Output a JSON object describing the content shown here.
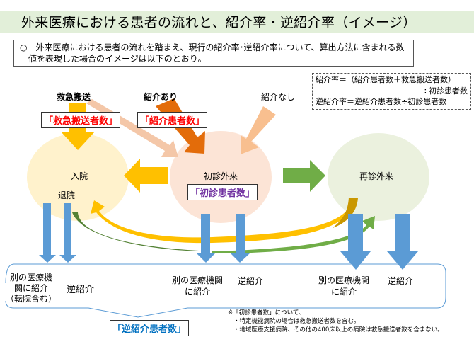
{
  "title": "外来医療における患者の流れと、紹介率・逆紹介率（イメージ）",
  "summary": {
    "line1": "○　外来医療における患者の流れを踏まえ、現行の紹介率･逆紹介率について、算出方法に含まれる数",
    "line2": "値を表現した場合のイメージは以下のとおり。"
  },
  "formula": {
    "line1": "紹介率＝（紹介患者数＋救急搬送者数）",
    "line2": "÷初診患者数",
    "line3": "逆紹介率＝逆紹介患者数÷初診患者数"
  },
  "sources": {
    "emergency": "救急搬送",
    "referral_yes": "紹介あり",
    "referral_no": "紹介なし"
  },
  "counts": {
    "emergency_count": "「救急搬送者数」",
    "referral_count": "「紹介患者数」",
    "first_visit_count": "「初診患者数」",
    "reverse_referral_count": "「逆紹介患者数」"
  },
  "nodes": {
    "inpatient": "入院",
    "discharge": "退院",
    "first_visit": "初診外来",
    "revisit": "再診外来"
  },
  "outcomes": {
    "inpatient_other": [
      "別の医療機",
      "関に紹介",
      "（転院含む）"
    ],
    "inpatient_reverse": "逆紹介",
    "first_other": [
      "別の医療機関",
      "に紹介"
    ],
    "first_reverse": "逆紹介",
    "revisit_other": [
      "別の医療機関",
      "に紹介"
    ],
    "revisit_reverse": "逆紹介"
  },
  "notes": {
    "head": "※「初診患者数」について、",
    "item1": "・特定機能病院の場合は救急搬送者数を含む。",
    "item2": "・地域医療支援病院、その他の400床以上の病院は救急搬送者数を含まない。"
  },
  "colors": {
    "title_bg": "#e2efd9",
    "emergency_arrow": "#ffc000",
    "referral_arrow": "#e36c0a",
    "no_referral_arrow": "#f8bf8f",
    "light_arrow": "#f4c7a8",
    "green_arrow": "#70ad47",
    "blue_arrow": "#5b9bd5",
    "inpatient_circle": "#fff2cc",
    "first_circle": "#fce4d6",
    "revisit_circle": "#ebf1de"
  }
}
